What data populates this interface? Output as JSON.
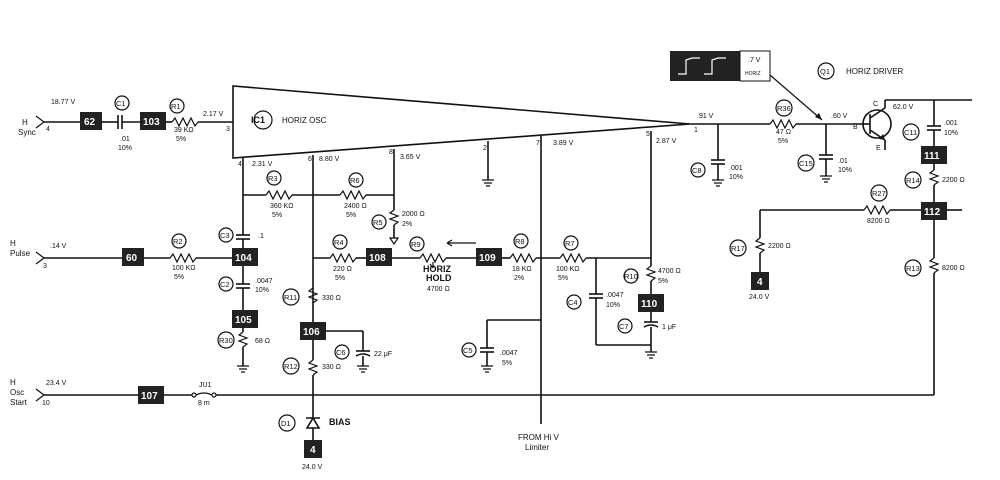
{
  "inputs": {
    "hsync": {
      "label1": "H",
      "label2": "Sync",
      "voltage": "18.77 V",
      "pin": "4",
      "block": "62"
    },
    "hpulse": {
      "label1": "H",
      "label2": "Pulse",
      "voltage": ".14 V",
      "pin": "3",
      "block": "60"
    },
    "hosc": {
      "label1": "H",
      "label2": "Osc",
      "label3": "Start",
      "voltage": "23.4 V",
      "pin": "10",
      "block": "107"
    }
  },
  "ic1": {
    "ref": "IC1",
    "name": "HORIZ OSC"
  },
  "ic_pins": {
    "p3": "3",
    "p4": "4",
    "p6": "6",
    "p8": "8",
    "p2": "2",
    "p7": "7",
    "p5": "5",
    "p1": "1"
  },
  "voltages": {
    "v3": "2.17 V",
    "v4": "2.31 V",
    "v6": "8.80 V",
    "v8": "3.65 V",
    "v7": "3.89 V",
    "v5": "2.87 V",
    "v1": ".91 V",
    "vb": ".60 V",
    "vc": "62.0 V",
    "v24a": "24.0 V",
    "v24b": "24.0 V",
    "v7top": ".7 V"
  },
  "components": {
    "c1": {
      "ref": "C1",
      "v1": ".01",
      "v2": "10%"
    },
    "r1": {
      "ref": "R1",
      "v1": "39 KΩ",
      "v2": "5%"
    },
    "r3": {
      "ref": "R3",
      "v1": "360 KΩ",
      "v2": "5%"
    },
    "r6": {
      "ref": "R6",
      "v1": "2400 Ω",
      "v2": "5%"
    },
    "r5": {
      "ref": "R5",
      "v1": "2000 Ω",
      "v2": "2%"
    },
    "c3": {
      "ref": "C3",
      "v1": ".1"
    },
    "r2": {
      "ref": "R2",
      "v1": "100 KΩ",
      "v2": "5%"
    },
    "c2": {
      "ref": "C2",
      "v1": ".0047",
      "v2": "10%"
    },
    "r30": {
      "ref": "R30",
      "v1": "68 Ω"
    },
    "r4": {
      "ref": "R4",
      "v1": "220 Ω",
      "v2": "5%"
    },
    "r9": {
      "ref": "R9",
      "n1": "HORIZ",
      "n2": "HOLD",
      "v1": "4700 Ω"
    },
    "r8": {
      "ref": "R8",
      "v1": "18 KΩ",
      "v2": "2%"
    },
    "r7": {
      "ref": "R7",
      "v1": "100 KΩ",
      "v2": "5%"
    },
    "r10": {
      "ref": "R10",
      "v1": "4700 Ω",
      "v2": "5%"
    },
    "c4": {
      "ref": "C4",
      "v1": ".0047",
      "v2": "10%"
    },
    "c7": {
      "ref": "C7",
      "v1": "1 μF"
    },
    "r11": {
      "ref": "R11",
      "v1": "330 Ω"
    },
    "c6": {
      "ref": "C6",
      "v1": "22 μF"
    },
    "r12": {
      "ref": "R12",
      "v1": "330 Ω"
    },
    "c5": {
      "ref": "C5",
      "v1": ".0047",
      "v2": "5%"
    },
    "d1": {
      "ref": "D1",
      "v1": "BIAS"
    },
    "ju1": {
      "ref": "JU1",
      "v1": "8 m"
    },
    "c8": {
      "ref": "C8",
      "v1": ".001",
      "v2": "10%"
    },
    "r36": {
      "ref": "R36",
      "v1": "47 Ω",
      "v2": "5%"
    },
    "c15": {
      "ref": "C15",
      "v1": ".01",
      "v2": "10%"
    },
    "r17": {
      "ref": "R17",
      "v1": "2200 Ω"
    },
    "q1": {
      "ref": "Q1",
      "name": "HORIZ DRIVER",
      "b": "B",
      "c": "C",
      "e": "E"
    },
    "c11": {
      "ref": "C11",
      "v1": ".001",
      "v2": "10%"
    },
    "r14": {
      "ref": "R14",
      "v1": "2200 Ω"
    },
    "r27": {
      "ref": "R27",
      "v1": "8200 Ω"
    },
    "r13": {
      "ref": "R13",
      "v1": "8200 Ω"
    }
  },
  "blocks": {
    "b103": "103",
    "b104": "104",
    "b105": "105",
    "b106": "106",
    "b108": "108",
    "b109": "109",
    "b110": "110",
    "b111": "111",
    "b112": "112",
    "b4a": "4",
    "b4b": "4"
  },
  "scope_label": "HORIZ",
  "from_limiter": {
    "l1": "FROM Hi V",
    "l2": "Limiter"
  }
}
